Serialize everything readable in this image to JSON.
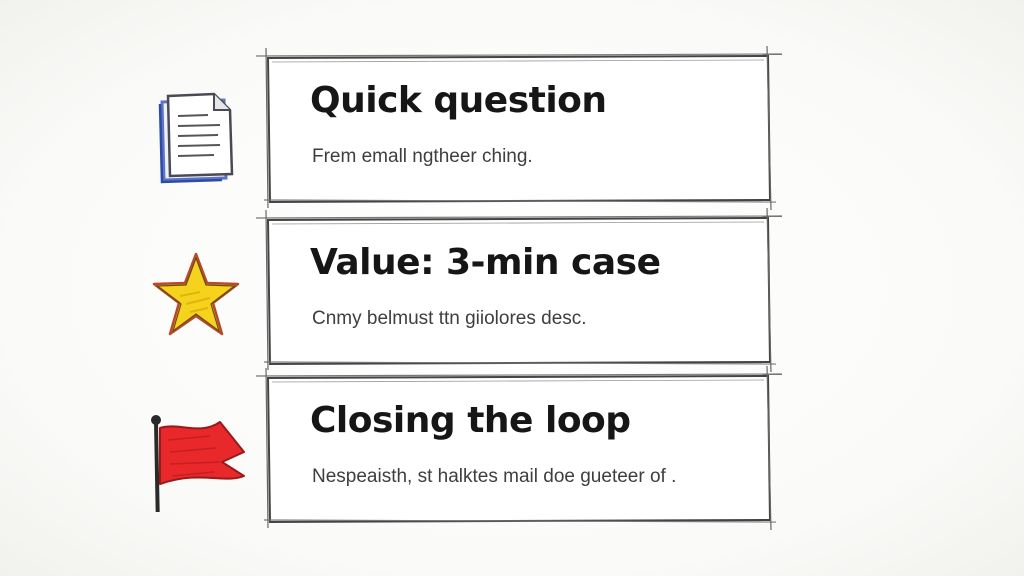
{
  "items": [
    {
      "icon": "document-icon",
      "title": "Quick question",
      "subtitle": "Frem emall ngtheer ching."
    },
    {
      "icon": "star-icon",
      "title": "Value: 3-min case",
      "subtitle": "Cnmy belmust ttn giiolores desc."
    },
    {
      "icon": "flag-icon",
      "title": "Closing the loop",
      "subtitle": "Nespeaisth, st halktes mail doe gueteer of ."
    }
  ],
  "colors": {
    "document_outline": "#5b74c4",
    "star_fill": "#f5d21c",
    "star_outline": "#b84a2a",
    "flag_fill": "#e8282a",
    "card_border": "#4a4a4a"
  }
}
